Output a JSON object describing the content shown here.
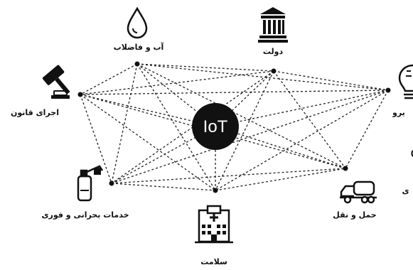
{
  "diagram": {
    "center_label": "IoT",
    "nodes": [
      {
        "id": "water",
        "label": "آب و فاضلاب",
        "icon": "water-drop-icon"
      },
      {
        "id": "government",
        "label": "دولت",
        "icon": "government-building-icon"
      },
      {
        "id": "energy",
        "label": "ی‍رو",
        "icon": "lightbulb-icon"
      },
      {
        "id": "law",
        "label": "اجرای قانون",
        "icon": "gavel-icon"
      },
      {
        "id": "emergency",
        "label": "خدمات بحرانی و فوری",
        "icon": "fire-extinguisher-icon"
      },
      {
        "id": "health",
        "label": "سلامت",
        "icon": "hospital-icon"
      },
      {
        "id": "transport",
        "label": "حمل و نقل",
        "icon": "truck-icon"
      },
      {
        "id": "edge_mark",
        "label": "ی",
        "icon": ""
      }
    ],
    "colors": {
      "line": "#222222",
      "hub": "#111111",
      "hub_text": "#ffffff"
    }
  }
}
